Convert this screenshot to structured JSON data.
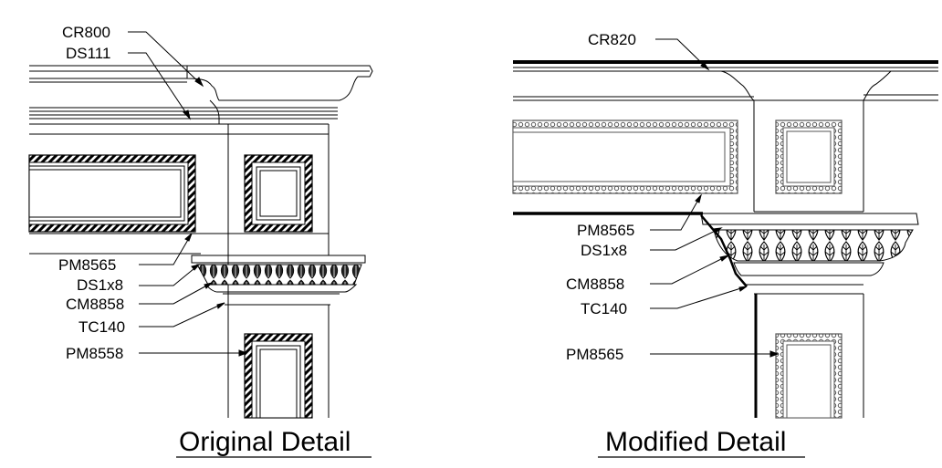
{
  "original": {
    "title": "Original Detail",
    "callouts": [
      "CR800",
      "DS111",
      "PM8565",
      "DS1x8",
      "CM8858",
      "TC140",
      "PM8558"
    ]
  },
  "modified": {
    "title": "Modified Detail",
    "callouts": [
      "CR820",
      "PM8565",
      "DS1x8",
      "CM8858",
      "TC140",
      "PM8565"
    ]
  }
}
